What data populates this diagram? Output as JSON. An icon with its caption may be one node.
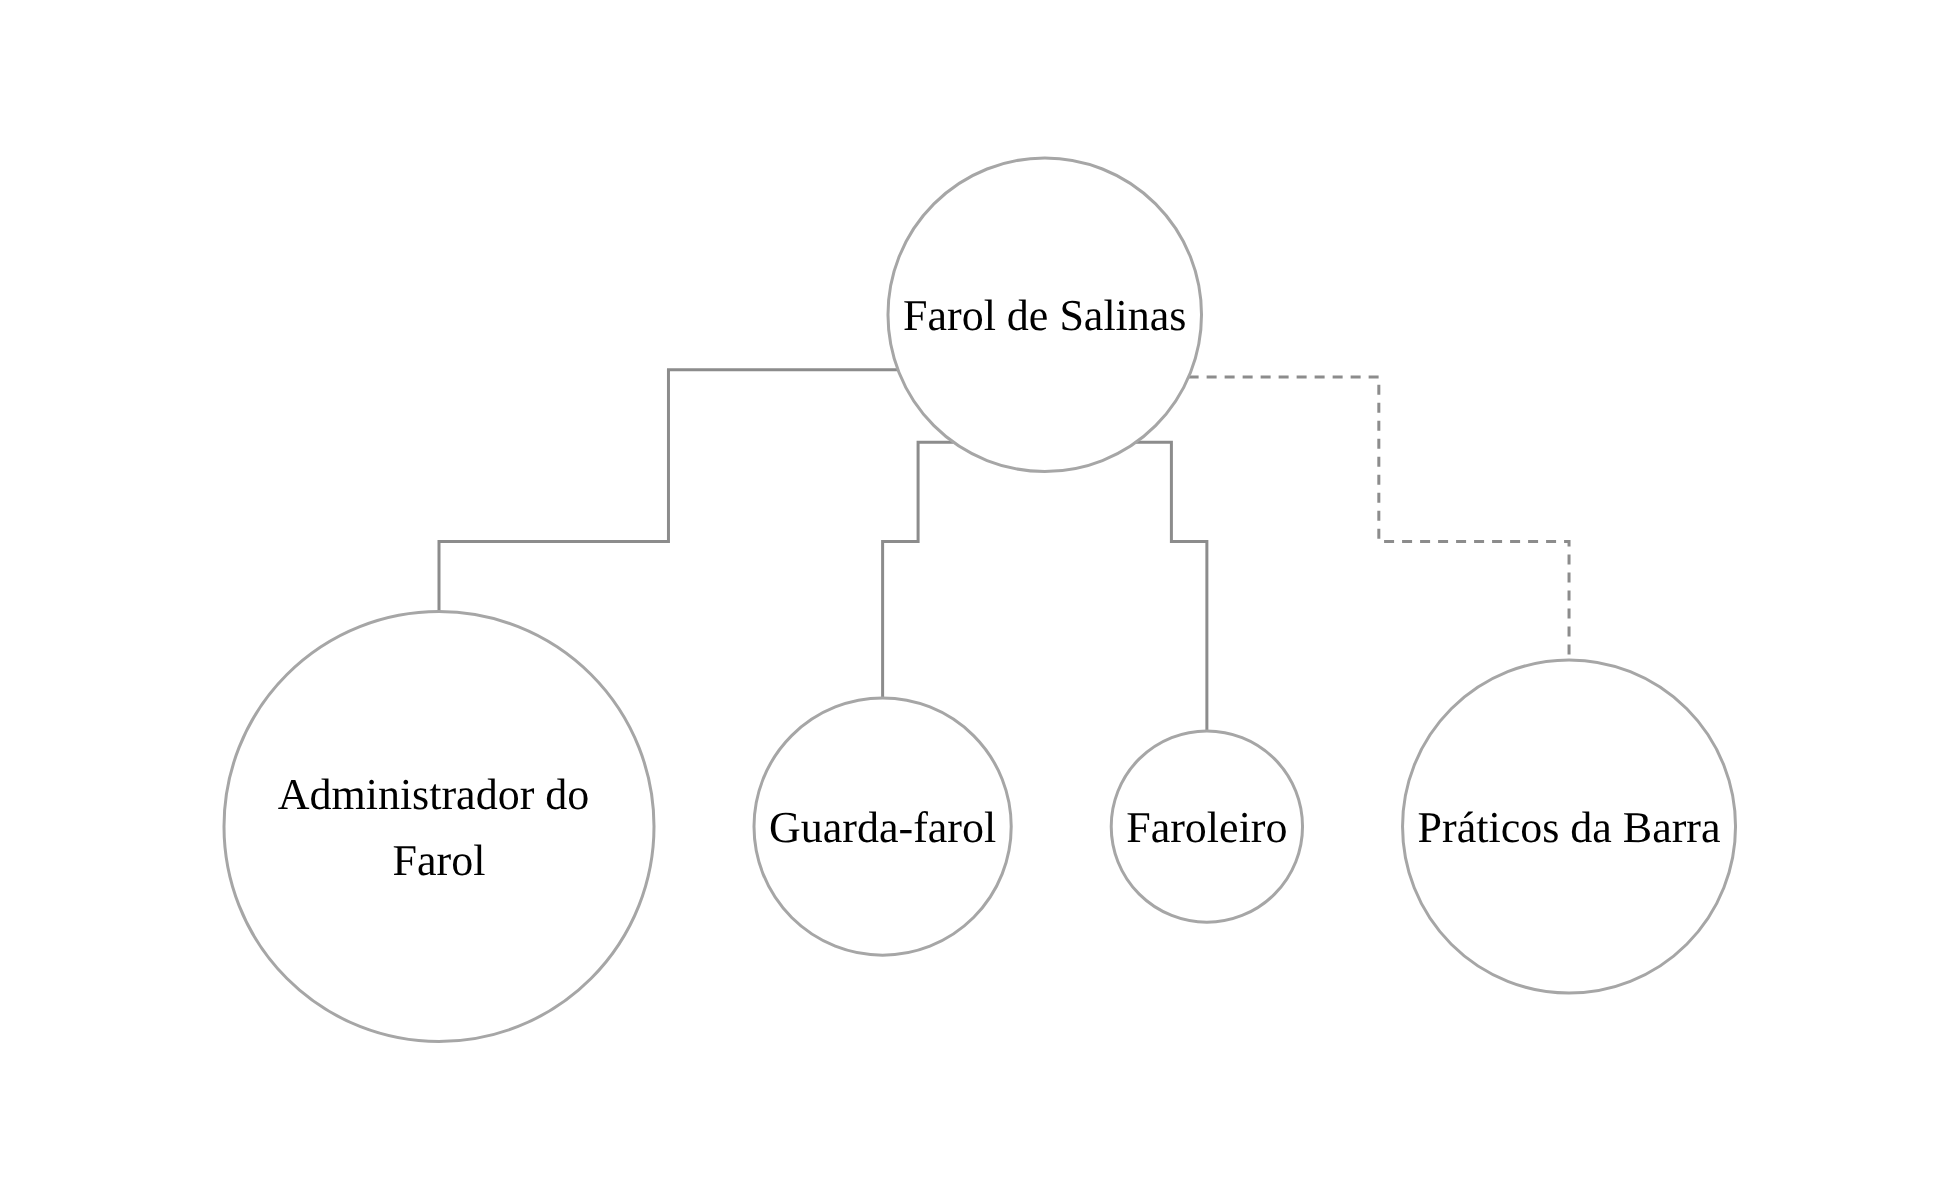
{
  "diagram": {
    "nodes": [
      {
        "text": [
          "Farol de Salinas"
        ]
      },
      {
        "text": [
          "Administrador do Farol"
        ]
      },
      {
        "text": [
          "Guarda-farol"
        ]
      },
      {
        "text": [
          "Faroleiro"
        ]
      },
      {
        "text": [
          "Práticos da Barra"
        ]
      }
    ],
    "edges": [
      {
        "from": 0,
        "to": 1,
        "arrow": "none"
      },
      {
        "from": 0,
        "to": 2,
        "arrow": "none"
      },
      {
        "from": 0,
        "to": 3,
        "arrow": "none"
      },
      {
        "from": 0,
        "to": 4,
        "arrow": "none",
        "style": "dashed"
      }
    ]
  }
}
